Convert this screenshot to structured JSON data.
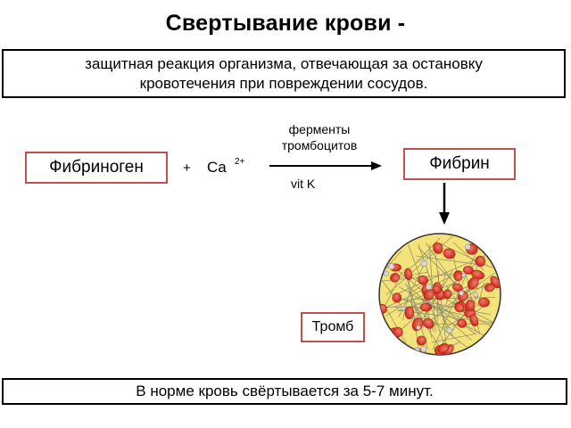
{
  "title": "Свертывание крови -",
  "definition": {
    "line1": "защитная реакция организма, отвечающая за остановку",
    "line2": "кровотечения при повреждении сосудов."
  },
  "reaction": {
    "reactant": "Фибриноген",
    "plus": "+",
    "ion": "Ca",
    "ion_charge": "2+",
    "catalyst_line1": "ферменты",
    "catalyst_line2": "тромбоцитов",
    "cofactor": "vit K",
    "product": "Фибрин"
  },
  "clot_label": "Тромб",
  "footer": "В норме кровь свёртывается за 5-7 минут.",
  "colors": {
    "box_border": "#c0504d",
    "clot_fill": "#f4e27a",
    "red_cell": "#d93a2b",
    "fiber": "#8a8a6a"
  }
}
